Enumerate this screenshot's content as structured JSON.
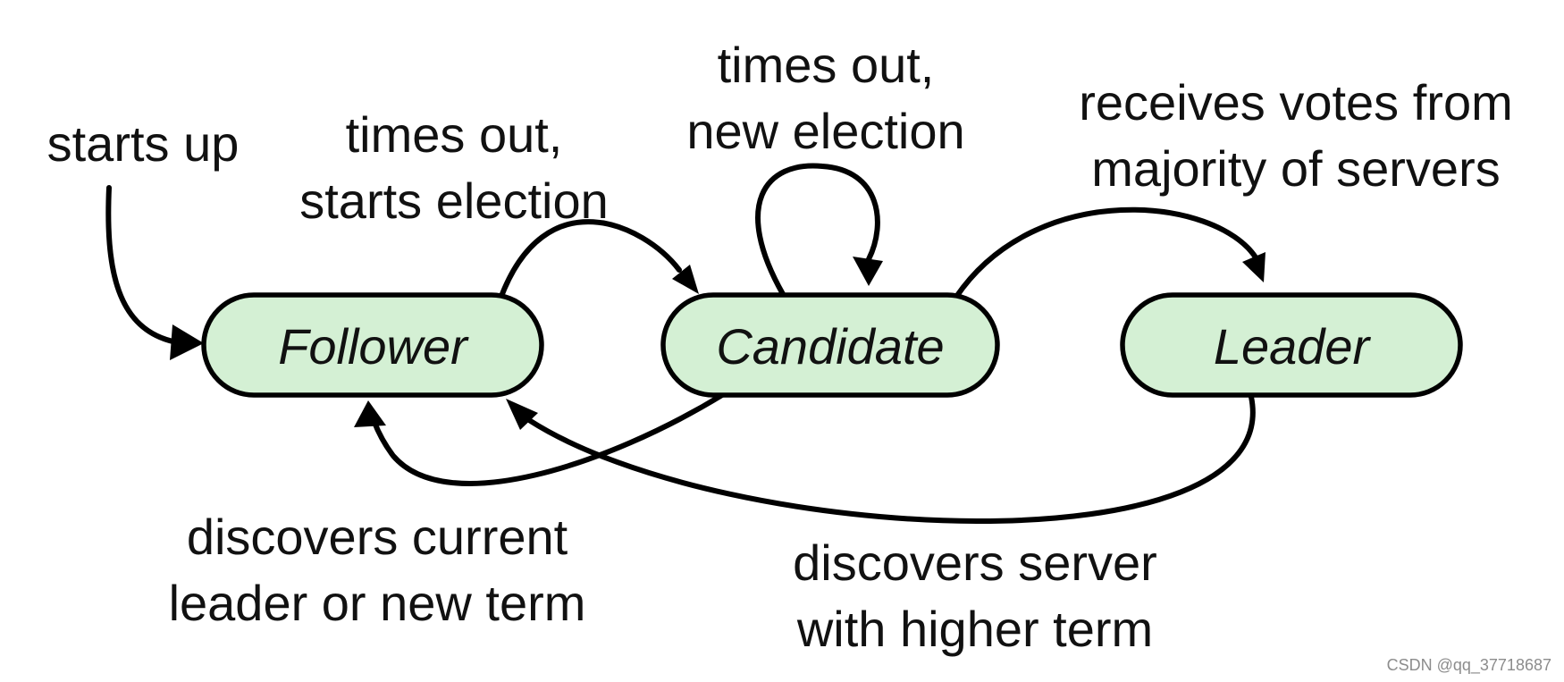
{
  "states": {
    "follower": "Follower",
    "candidate": "Candidate",
    "leader": "Leader"
  },
  "transitions": {
    "starts_up": [
      "starts up"
    ],
    "follower_to_candidate": [
      "times out,",
      "starts election"
    ],
    "candidate_self": [
      "times out,",
      "new election"
    ],
    "candidate_to_leader": [
      "receives votes from",
      "majority of servers"
    ],
    "candidate_to_follower": [
      "discovers current",
      "leader or new term"
    ],
    "leader_to_follower": [
      "discovers server",
      "with higher term"
    ]
  },
  "watermark": "CSDN @qq_37718687",
  "colors": {
    "state_fill": "#d4f0d4",
    "stroke": "#000000",
    "text": "#111111",
    "watermark": "#8c8c8c"
  }
}
